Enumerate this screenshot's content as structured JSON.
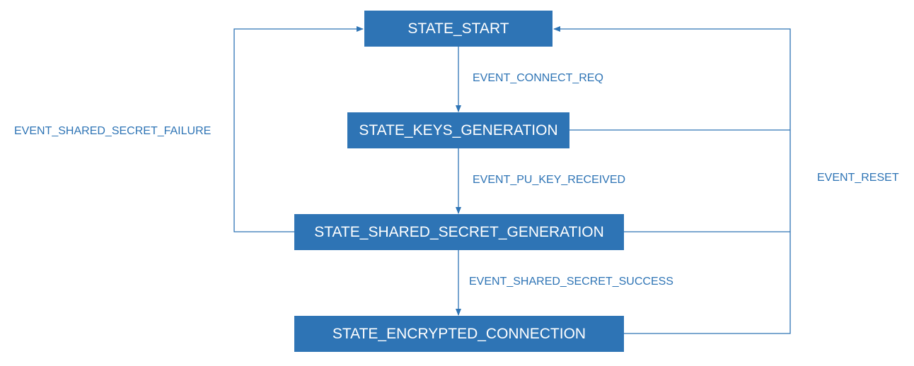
{
  "colors": {
    "state_fill": "#2e74b5",
    "state_text": "#ffffff",
    "edge": "#2e74b5",
    "label": "#2e74b5"
  },
  "states": {
    "start": "STATE_START",
    "keys_generation": "STATE_KEYS_GENERATION",
    "shared_secret_generation": "STATE_SHARED_SECRET_GENERATION",
    "encrypted_connection": "STATE_ENCRYPTED_CONNECTION"
  },
  "events": {
    "connect_req": "EVENT_CONNECT_REQ",
    "pu_key_received": "EVENT_PU_KEY_RECEIVED",
    "shared_secret_success": "EVENT_SHARED_SECRET_SUCCESS",
    "shared_secret_failure": "EVENT_SHARED_SECRET_FAILURE",
    "reset": "EVENT_RESET"
  },
  "transitions": [
    {
      "from": "STATE_START",
      "to": "STATE_KEYS_GENERATION",
      "event": "EVENT_CONNECT_REQ"
    },
    {
      "from": "STATE_KEYS_GENERATION",
      "to": "STATE_SHARED_SECRET_GENERATION",
      "event": "EVENT_PU_KEY_RECEIVED"
    },
    {
      "from": "STATE_SHARED_SECRET_GENERATION",
      "to": "STATE_ENCRYPTED_CONNECTION",
      "event": "EVENT_SHARED_SECRET_SUCCESS"
    },
    {
      "from": "STATE_SHARED_SECRET_GENERATION",
      "to": "STATE_START",
      "event": "EVENT_SHARED_SECRET_FAILURE"
    },
    {
      "from": "STATE_KEYS_GENERATION",
      "to": "STATE_START",
      "event": "EVENT_RESET"
    },
    {
      "from": "STATE_SHARED_SECRET_GENERATION",
      "to": "STATE_START",
      "event": "EVENT_RESET"
    },
    {
      "from": "STATE_ENCRYPTED_CONNECTION",
      "to": "STATE_START",
      "event": "EVENT_RESET"
    }
  ]
}
